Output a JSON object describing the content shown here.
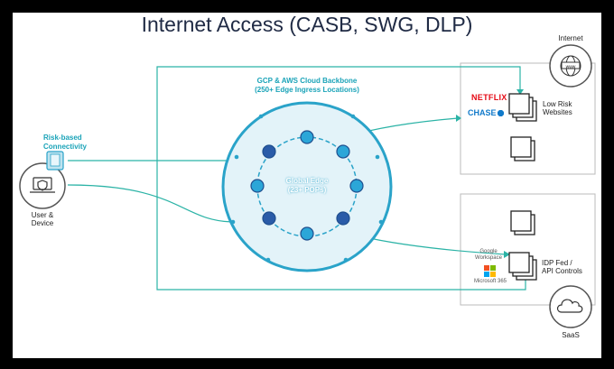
{
  "title": "Internet Access (CASB, SWG, DLP)",
  "backbone_label": "GCP & AWS Cloud Backbone\n(250+ Edge Ingress Locations)",
  "global_edge_label": "Global Edge\n(23+ POPs)",
  "risk_label": "Risk-based\nConnectivity",
  "user_label": "User &\nDevice",
  "internet_label": "Internet",
  "saas_label": "SaaS",
  "low_risk_label": "Low Risk\nWebsites",
  "idp_label": "IDP Fed /\nAPI Controls",
  "logos": {
    "netflix": "NETFLIX",
    "chase": "CHASE",
    "google": "Google\nWorkspace",
    "microsoft": "Microsoft 365"
  },
  "icons": {
    "user": "laptop-shield-icon",
    "internet": "globe-www-icon",
    "saas": "cloud-icon",
    "connectivity": "phone-icon"
  },
  "colors": {
    "teal": "#2bb3a6",
    "edge_fill": "#e3f3f9",
    "edge_stroke": "#2aa3c9",
    "pop_fill": "#2ba6d8",
    "pop_outer": "#1f4f8f",
    "title": "#1f2a44"
  }
}
